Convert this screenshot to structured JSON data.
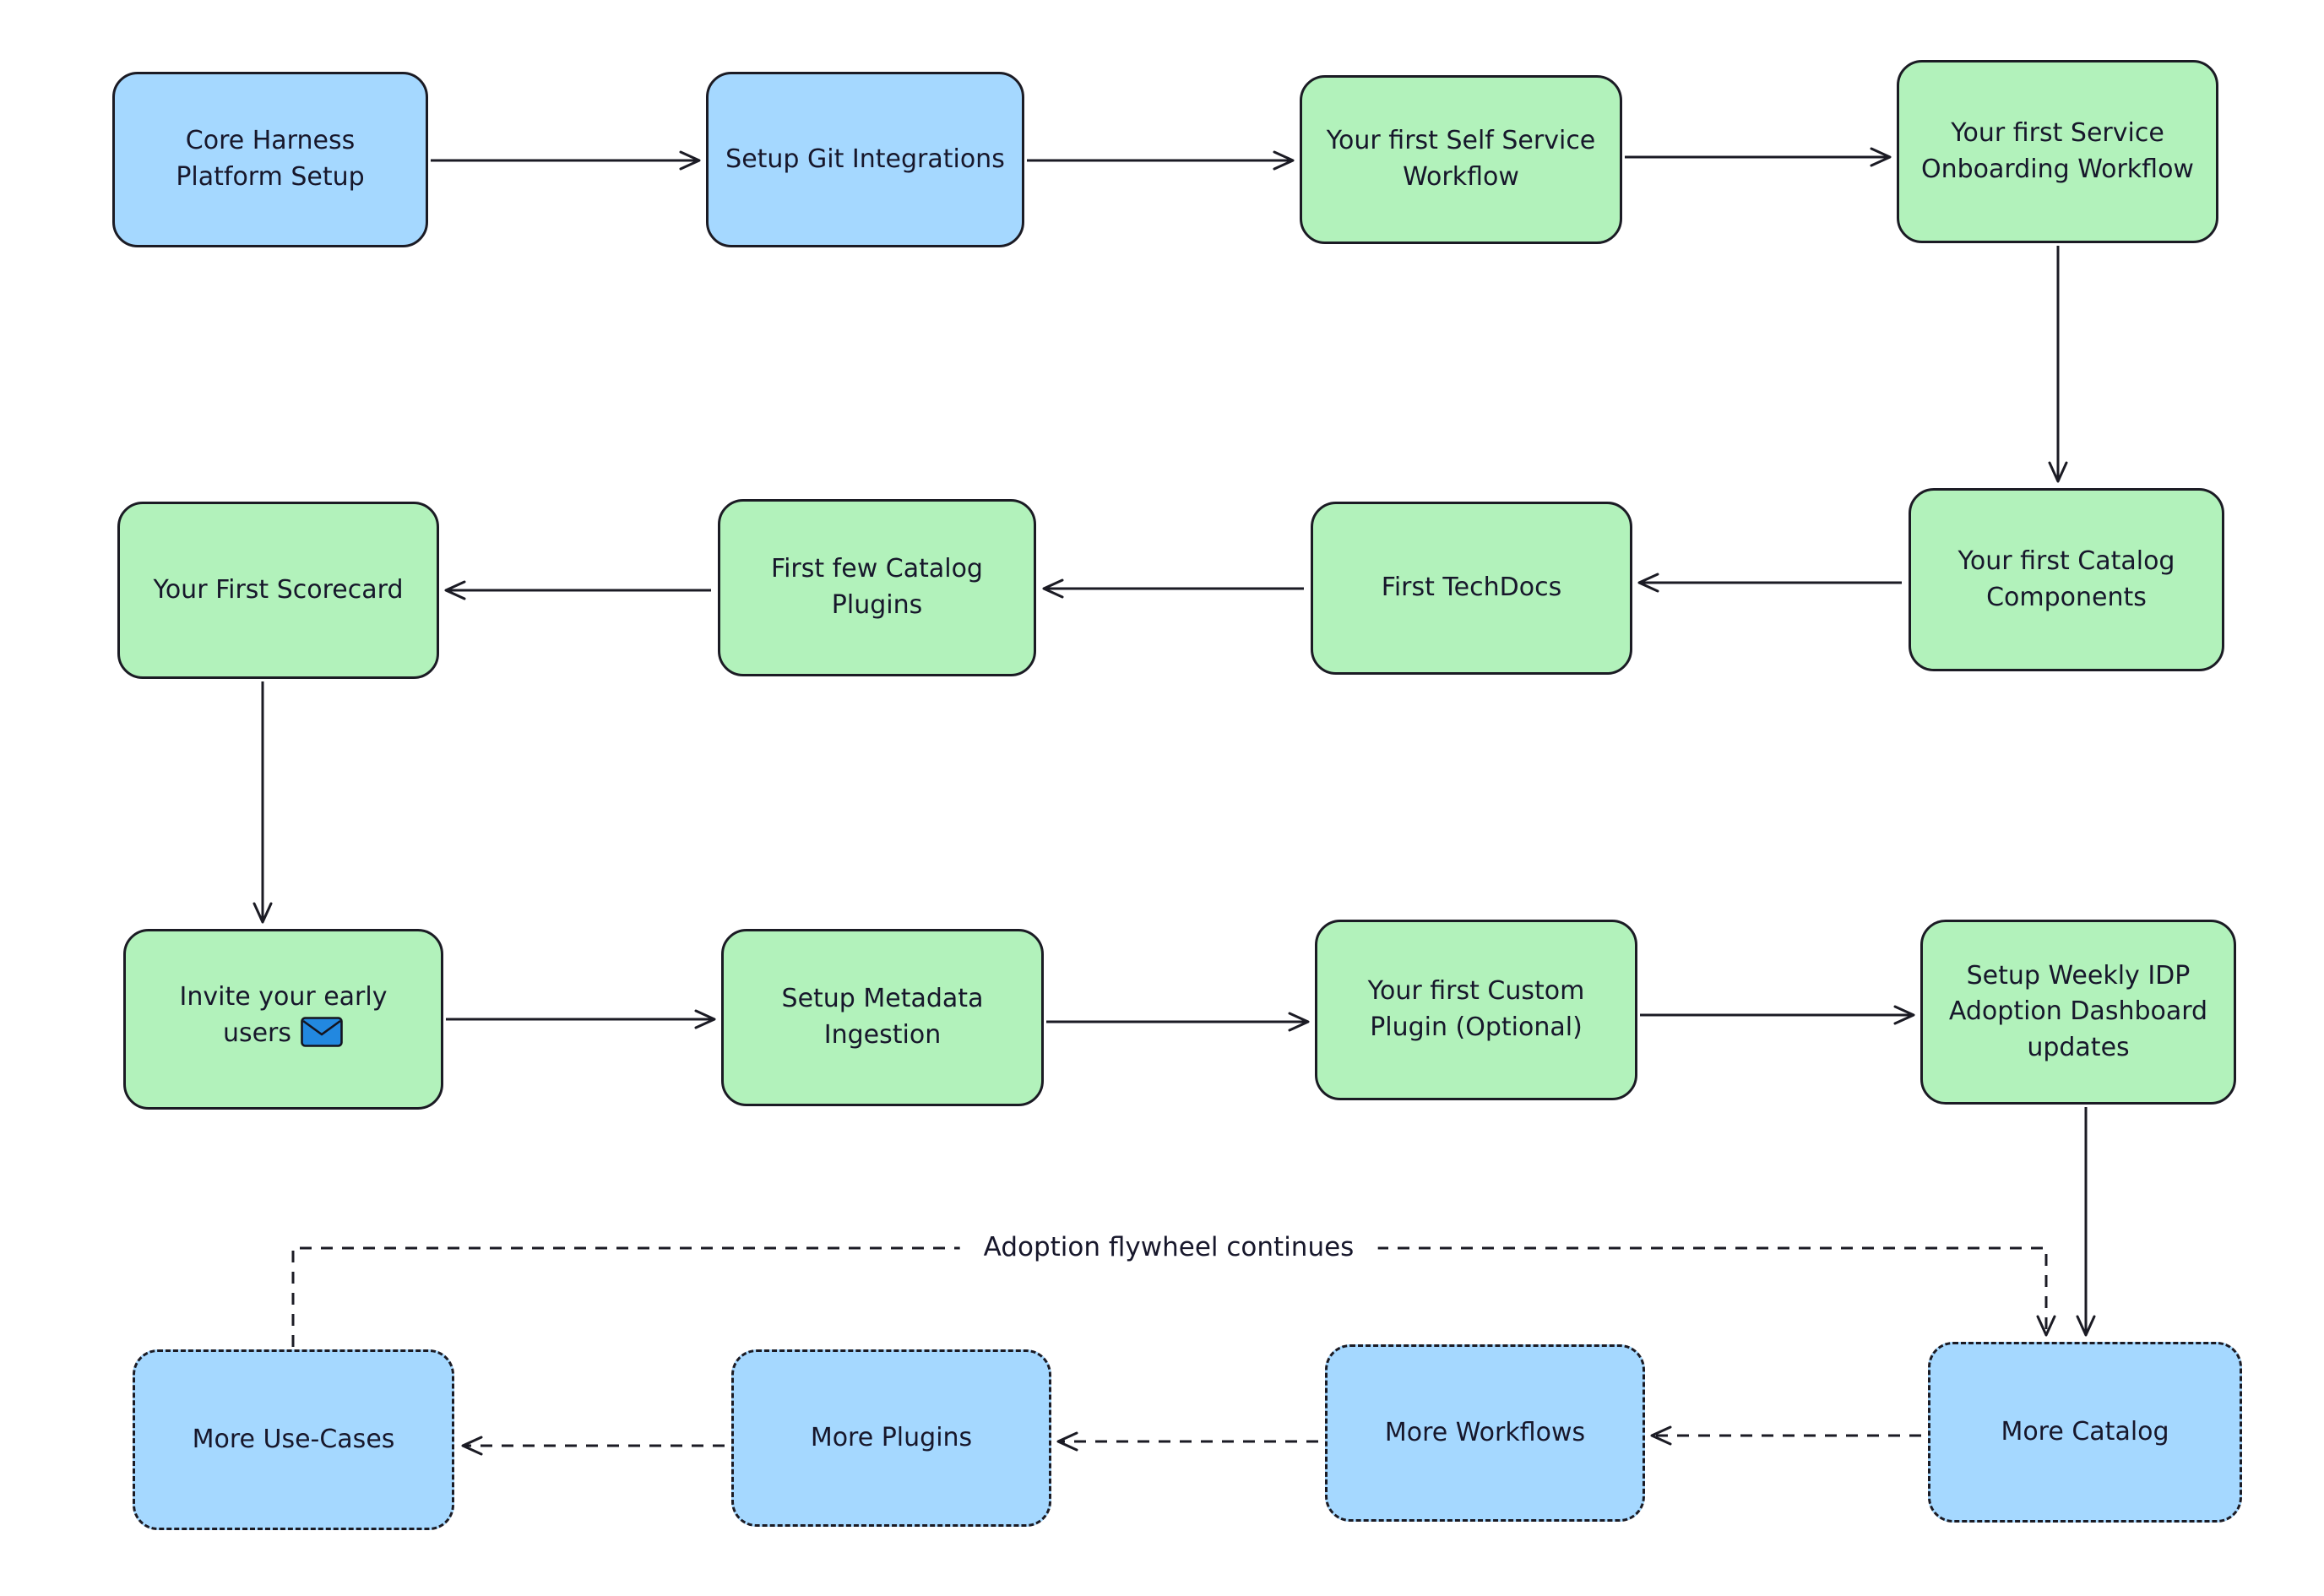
{
  "colors": {
    "blue_fill": "#a5d8ff",
    "green_fill": "#b2f2bb",
    "stroke": "#1b1b24",
    "background": "#ffffff",
    "envelope_fill": "#2288e0"
  },
  "nodes": [
    {
      "id": "core-harness-platform-setup",
      "label": "Core Harness Platform Setup",
      "fill": "blue",
      "border": "solid"
    },
    {
      "id": "setup-git-integrations",
      "label": "Setup Git Integrations",
      "fill": "blue",
      "border": "solid"
    },
    {
      "id": "first-self-service-workflow",
      "label": "Your first Self Service Workflow",
      "fill": "green",
      "border": "solid"
    },
    {
      "id": "first-service-onboarding-workflow",
      "label": "Your first Service Onboarding Workflow",
      "fill": "green",
      "border": "solid"
    },
    {
      "id": "first-catalog-components",
      "label": "Your first Catalog Components",
      "fill": "green",
      "border": "solid"
    },
    {
      "id": "first-techdocs",
      "label": "First TechDocs",
      "fill": "green",
      "border": "solid"
    },
    {
      "id": "first-few-catalog-plugins",
      "label": "First few Catalog Plugins",
      "fill": "green",
      "border": "solid"
    },
    {
      "id": "first-scorecard",
      "label": "Your First Scorecard",
      "fill": "green",
      "border": "solid"
    },
    {
      "id": "invite-early-users",
      "label": "Invite your early users",
      "fill": "green",
      "border": "solid",
      "icon": "envelope-icon"
    },
    {
      "id": "setup-metadata-ingestion",
      "label": "Setup Metadata Ingestion",
      "fill": "green",
      "border": "solid"
    },
    {
      "id": "first-custom-plugin",
      "label": "Your first Custom Plugin (Optional)",
      "fill": "green",
      "border": "solid"
    },
    {
      "id": "weekly-idp-adoption-dashboard",
      "label": "Setup Weekly IDP Adoption Dashboard updates",
      "fill": "green",
      "border": "solid"
    },
    {
      "id": "more-catalog",
      "label": "More Catalog",
      "fill": "blue",
      "border": "dashed"
    },
    {
      "id": "more-workflows",
      "label": "More Workflows",
      "fill": "blue",
      "border": "dashed"
    },
    {
      "id": "more-plugins",
      "label": "More Plugins",
      "fill": "blue",
      "border": "dashed"
    },
    {
      "id": "more-use-cases",
      "label": "More Use-Cases",
      "fill": "blue",
      "border": "dashed"
    }
  ],
  "edges": [
    {
      "from": "core-harness-platform-setup",
      "to": "setup-git-integrations",
      "style": "solid"
    },
    {
      "from": "setup-git-integrations",
      "to": "first-self-service-workflow",
      "style": "solid"
    },
    {
      "from": "first-self-service-workflow",
      "to": "first-service-onboarding-workflow",
      "style": "solid"
    },
    {
      "from": "first-service-onboarding-workflow",
      "to": "first-catalog-components",
      "style": "solid"
    },
    {
      "from": "first-catalog-components",
      "to": "first-techdocs",
      "style": "solid"
    },
    {
      "from": "first-techdocs",
      "to": "first-few-catalog-plugins",
      "style": "solid"
    },
    {
      "from": "first-few-catalog-plugins",
      "to": "first-scorecard",
      "style": "solid"
    },
    {
      "from": "first-scorecard",
      "to": "invite-early-users",
      "style": "solid"
    },
    {
      "from": "invite-early-users",
      "to": "setup-metadata-ingestion",
      "style": "solid"
    },
    {
      "from": "setup-metadata-ingestion",
      "to": "first-custom-plugin",
      "style": "solid"
    },
    {
      "from": "first-custom-plugin",
      "to": "weekly-idp-adoption-dashboard",
      "style": "solid"
    },
    {
      "from": "weekly-idp-adoption-dashboard",
      "to": "more-catalog",
      "style": "solid"
    },
    {
      "from": "more-catalog",
      "to": "more-workflows",
      "style": "dashed"
    },
    {
      "from": "more-workflows",
      "to": "more-plugins",
      "style": "dashed"
    },
    {
      "from": "more-plugins",
      "to": "more-use-cases",
      "style": "dashed"
    },
    {
      "from": "more-use-cases",
      "to": "more-catalog",
      "style": "dashed",
      "label": "Adoption flywheel continues"
    }
  ]
}
